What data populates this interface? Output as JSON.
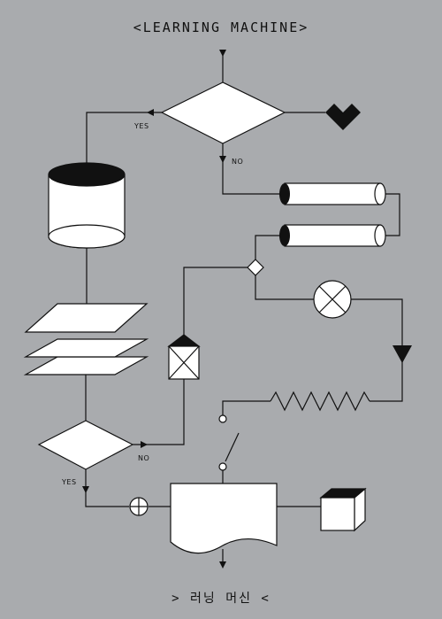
{
  "title_en": "LEARNING MACHINE",
  "title_ko": "러닝 머신",
  "bracket_left": "<",
  "bracket_right": ">",
  "labels": {
    "top_yes": "YES",
    "top_no": "NO",
    "bottom_no": "NO",
    "bottom_yes": "YES"
  },
  "colors": {
    "background": "#a9abae",
    "stroke": "#111111",
    "fill": "#ffffff"
  }
}
